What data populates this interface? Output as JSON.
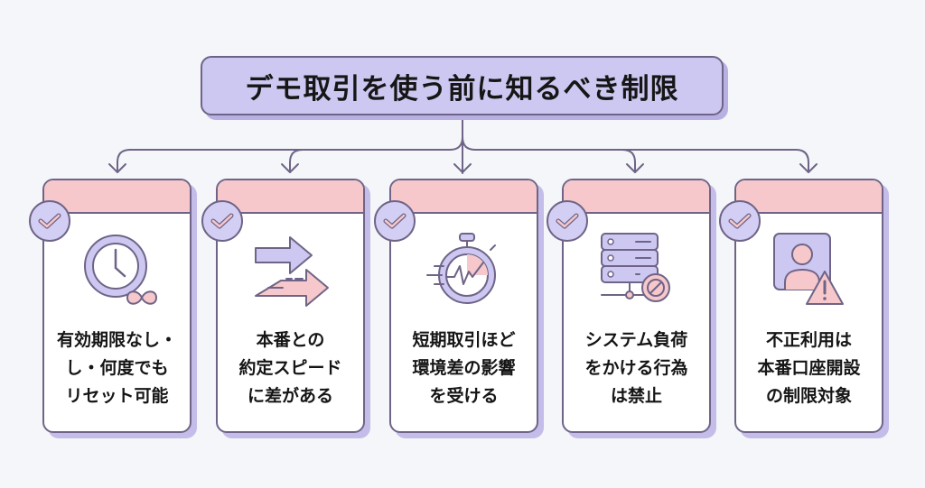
{
  "title": "デモ取引を使う前に知るべき制限",
  "colors": {
    "background": "#f4f6f9",
    "title_fill": "#cdc8f1",
    "card_band": "#f6c8cb",
    "outline": "#6f6487",
    "lavender": "#cdc8f1",
    "pink": "#f6c8cb"
  },
  "cards": [
    {
      "icon": "clock-infinity-icon",
      "text": "有効期限なし・\nし・何度でも\nリセット可能"
    },
    {
      "icon": "speed-arrows-icon",
      "text": "本番との\n約定スピード\nに差がある"
    },
    {
      "icon": "stopwatch-icon",
      "text": "短期取引ほど\n環境差の影響\nを受ける"
    },
    {
      "icon": "server-prohibited-icon",
      "text": "システム負荷\nをかける行為\nは禁止"
    },
    {
      "icon": "user-warning-icon",
      "text": "不正利用は\n本番口座開設\nの制限対象"
    }
  ]
}
